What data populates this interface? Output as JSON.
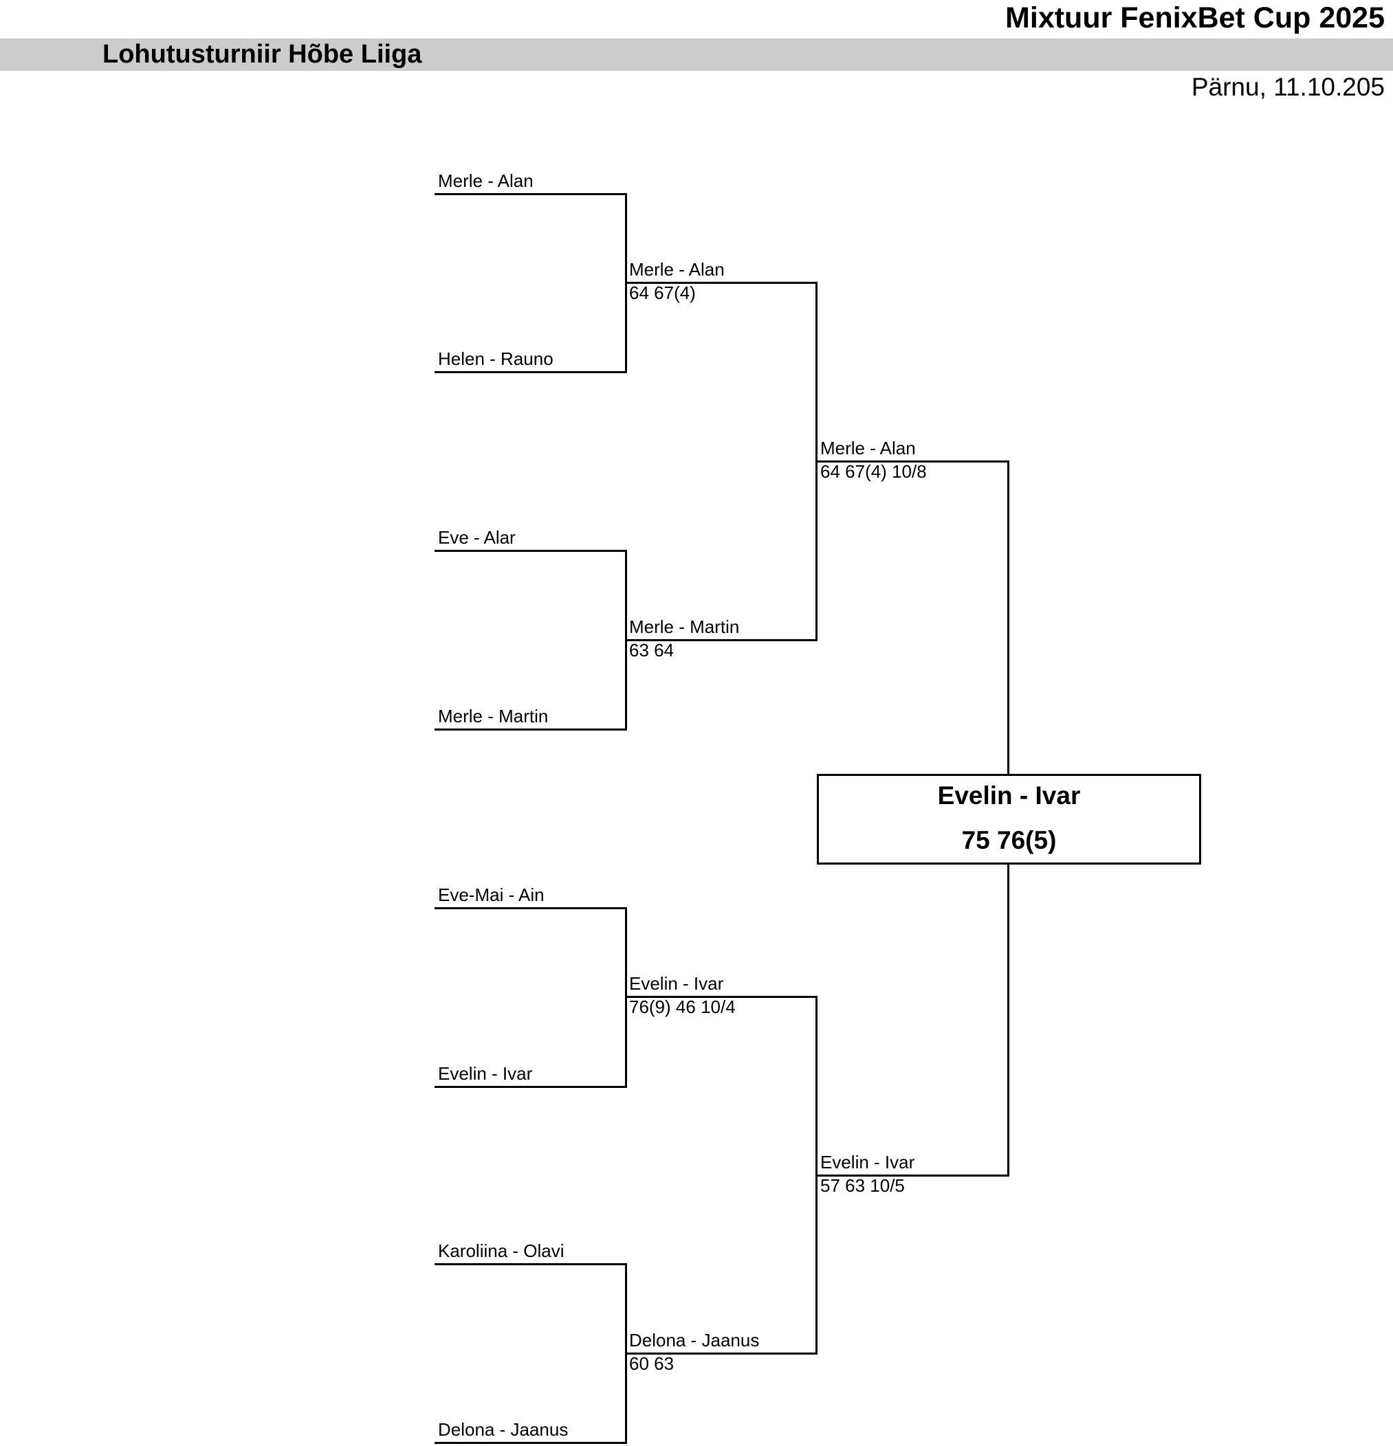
{
  "header": {
    "title": "Mixtuur FenixBet Cup 2025",
    "subtitle": "Lohutusturniir  Hõbe Liiga",
    "location_date": "Pärnu, 11.10.205"
  },
  "bracket": {
    "round1": [
      "Merle - Alan",
      "Helen - Rauno",
      "Eve - Alar",
      "Merle - Martin",
      "Eve-Mai - Ain",
      "Evelin - Ivar",
      "Karoliina - Olavi",
      "Delona - Jaanus"
    ],
    "round2": [
      {
        "team": "Merle - Alan",
        "score": "64 67(4)"
      },
      {
        "team": "Merle - Martin",
        "score": "63 64"
      },
      {
        "team": "Evelin - Ivar",
        "score": "76(9) 46 10/4"
      },
      {
        "team": "Delona - Jaanus",
        "score": "60 63"
      }
    ],
    "round3": [
      {
        "team": "Merle - Alan",
        "score": "64 67(4) 10/8"
      },
      {
        "team": "Evelin - Ivar",
        "score": "57 63 10/5"
      }
    ],
    "final": {
      "team": "Evelin - Ivar",
      "score": "75 76(5)"
    }
  }
}
